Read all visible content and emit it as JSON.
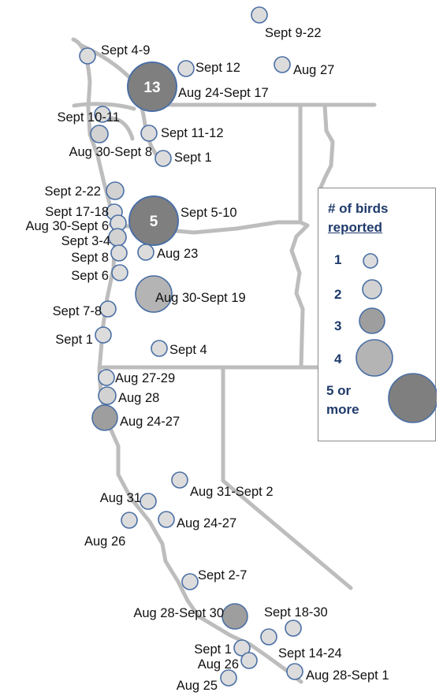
{
  "colors": {
    "border": "#bdbdbd",
    "marker_stroke": "#4a6fa5",
    "fill_1": "#dcdcdc",
    "fill_2": "#d2d2d2",
    "fill_3": "#9e9e9e",
    "fill_4": "#b4b4b4",
    "fill_5": "#7f7f7f",
    "legend_text": "#1f3a6b"
  },
  "legend": {
    "title_line1": "# of birds",
    "title_line2": "reported",
    "items": [
      {
        "label": "1",
        "count": 1
      },
      {
        "label": "2",
        "count": 2
      },
      {
        "label": "3",
        "count": 3
      },
      {
        "label": "4",
        "count": 4
      },
      {
        "label": "5 or more",
        "label_line1": "5 or",
        "label_line2": "more",
        "count": 5
      }
    ]
  },
  "sightings": [
    {
      "id": "s1",
      "dates": "Sept 9-22",
      "count": 1
    },
    {
      "id": "s2",
      "dates": "Sept 4-9",
      "count": 1
    },
    {
      "id": "s3",
      "dates": "Sept 12",
      "count": 1
    },
    {
      "id": "s4",
      "dates": "Aug 27",
      "count": 1
    },
    {
      "id": "s5",
      "dates": "Aug 24-Sept 17",
      "count": 13,
      "count_label": "13"
    },
    {
      "id": "s6",
      "dates": "Sept 10-11",
      "count": 1
    },
    {
      "id": "s7",
      "dates": "Sept 11-12",
      "count": 1
    },
    {
      "id": "s8",
      "dates": "Aug 30-Sept 8",
      "count": 2
    },
    {
      "id": "s9",
      "dates": "Sept 1",
      "count": 1
    },
    {
      "id": "s10",
      "dates": "Sept 2-22",
      "count": 2
    },
    {
      "id": "s11",
      "dates": "Sept 17-18",
      "count": 1
    },
    {
      "id": "s12",
      "dates": "Aug 30-Sept 6",
      "count": 1
    },
    {
      "id": "s13",
      "dates": "Sept 3-4",
      "count": 2
    },
    {
      "id": "s14",
      "dates": "Sept 8",
      "count": 1
    },
    {
      "id": "s15",
      "dates": "Sept 5-10",
      "count": 5,
      "count_label": "5"
    },
    {
      "id": "s16",
      "dates": "Aug 23",
      "count": 1
    },
    {
      "id": "s17",
      "dates": "Sept 6",
      "count": 1
    },
    {
      "id": "s18",
      "dates": "Aug 30-Sept 19",
      "count": 4
    },
    {
      "id": "s19",
      "dates": "Sept 7-8",
      "count": 1
    },
    {
      "id": "s20",
      "dates": "Sept 1",
      "count": 1
    },
    {
      "id": "s21",
      "dates": "Sept 4",
      "count": 1
    },
    {
      "id": "s22",
      "dates": "Aug 27-29",
      "count": 1
    },
    {
      "id": "s23",
      "dates": "Aug 28",
      "count": 2
    },
    {
      "id": "s24",
      "dates": "Aug 24-27",
      "count": 3
    },
    {
      "id": "s25",
      "dates": "Aug 31",
      "count": 1
    },
    {
      "id": "s26",
      "dates": "Aug 31-Sept 2",
      "count": 1
    },
    {
      "id": "s27",
      "dates": "Aug 26",
      "count": 1
    },
    {
      "id": "s28",
      "dates": "Aug 24-27",
      "count": 1
    },
    {
      "id": "s29",
      "dates": "Sept 2-7",
      "count": 1
    },
    {
      "id": "s30",
      "dates": "Aug 28-Sept 30",
      "count": 3
    },
    {
      "id": "s31",
      "dates": "Sept 18-30",
      "count": 1
    },
    {
      "id": "s32",
      "dates": "Sept 14-24",
      "count": 1
    },
    {
      "id": "s33",
      "dates": "Sept 1",
      "count": 1
    },
    {
      "id": "s34",
      "dates": "Aug 26",
      "count": 1
    },
    {
      "id": "s35",
      "dates": "Aug 28-Sept 1",
      "count": 1
    },
    {
      "id": "s36",
      "dates": "Aug 25",
      "count": 1
    }
  ]
}
